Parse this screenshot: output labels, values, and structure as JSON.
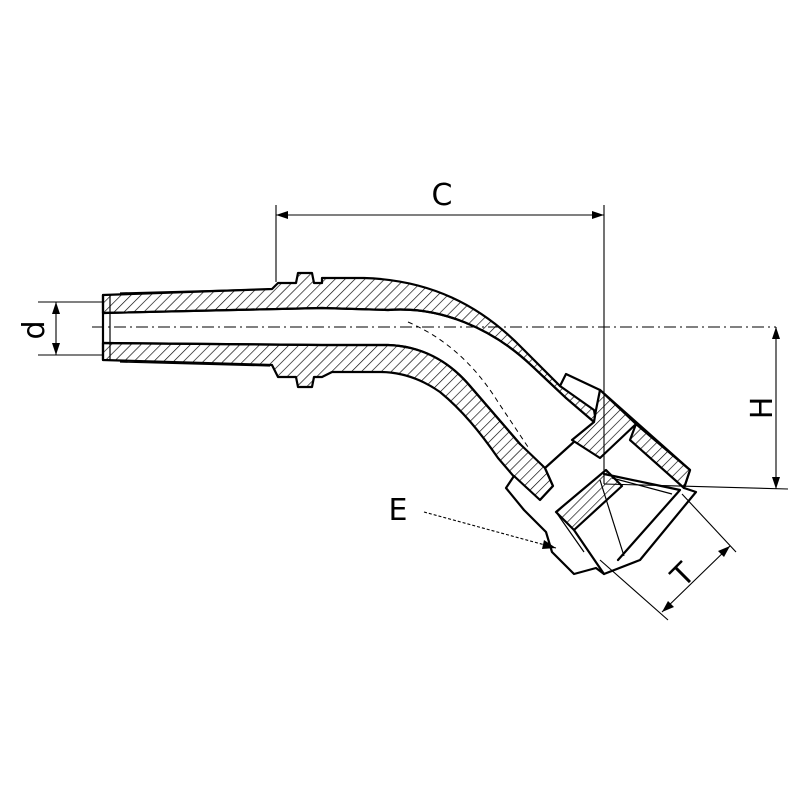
{
  "labels": {
    "c": "C",
    "d": "d",
    "h": "H",
    "e": "E",
    "t": "T"
  },
  "colors": {
    "line": "#000000",
    "background": "#ffffff"
  }
}
